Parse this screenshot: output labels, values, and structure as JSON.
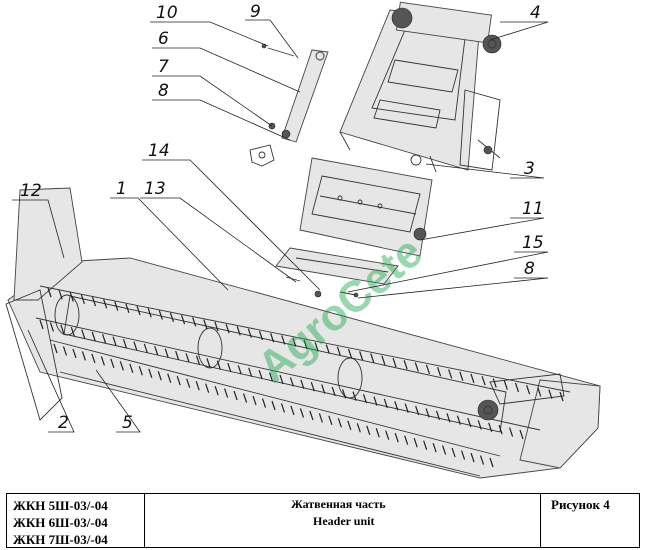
{
  "callouts": [
    "10",
    "9",
    "4",
    "6",
    "7",
    "8",
    "14",
    "3",
    "12",
    "1",
    "13",
    "11",
    "15",
    "8",
    "2",
    "5"
  ],
  "watermark": "AgroCete",
  "title_block": {
    "models": [
      "ЖКН 5Ш-03/-04",
      "ЖКН 6Ш-03/-04",
      "ЖКН 7Ш-03/-04"
    ],
    "title_ru": "Жатвенная часть",
    "title_en": "Header unit",
    "figure_label": "Рисунок 4"
  },
  "colors": {
    "watermark": "#1aa84a",
    "line": "#222222"
  }
}
